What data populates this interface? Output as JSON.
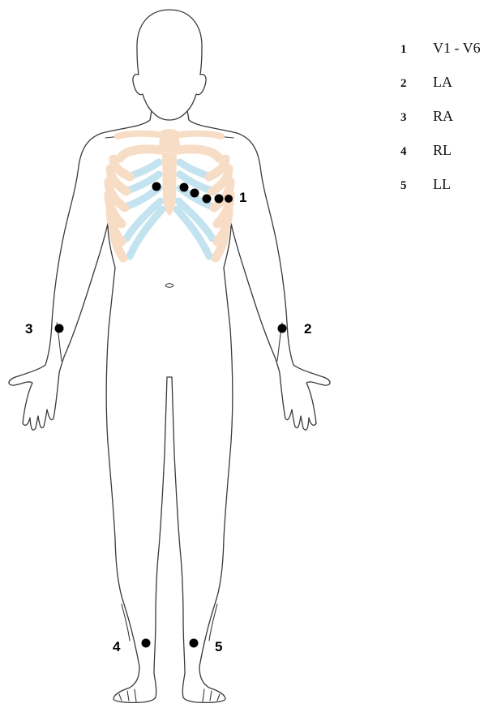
{
  "colors": {
    "outline": "#3a3a3a",
    "rib": "#f8ddc6",
    "cartilage": "#c2e3ef",
    "electrode": "#000000"
  },
  "electrodes": [
    {
      "group": "1",
      "label": "1"
    },
    {
      "group": "2",
      "label": "2"
    },
    {
      "group": "3",
      "label": "3"
    },
    {
      "group": "4",
      "label": "4"
    },
    {
      "group": "5",
      "label": "5"
    }
  ],
  "legend": [
    {
      "number": "1",
      "text": "V1 - V6"
    },
    {
      "number": "2",
      "text": "LA"
    },
    {
      "number": "3",
      "text": "RA"
    },
    {
      "number": "4",
      "text": "RL"
    },
    {
      "number": "5",
      "text": "LL"
    }
  ]
}
